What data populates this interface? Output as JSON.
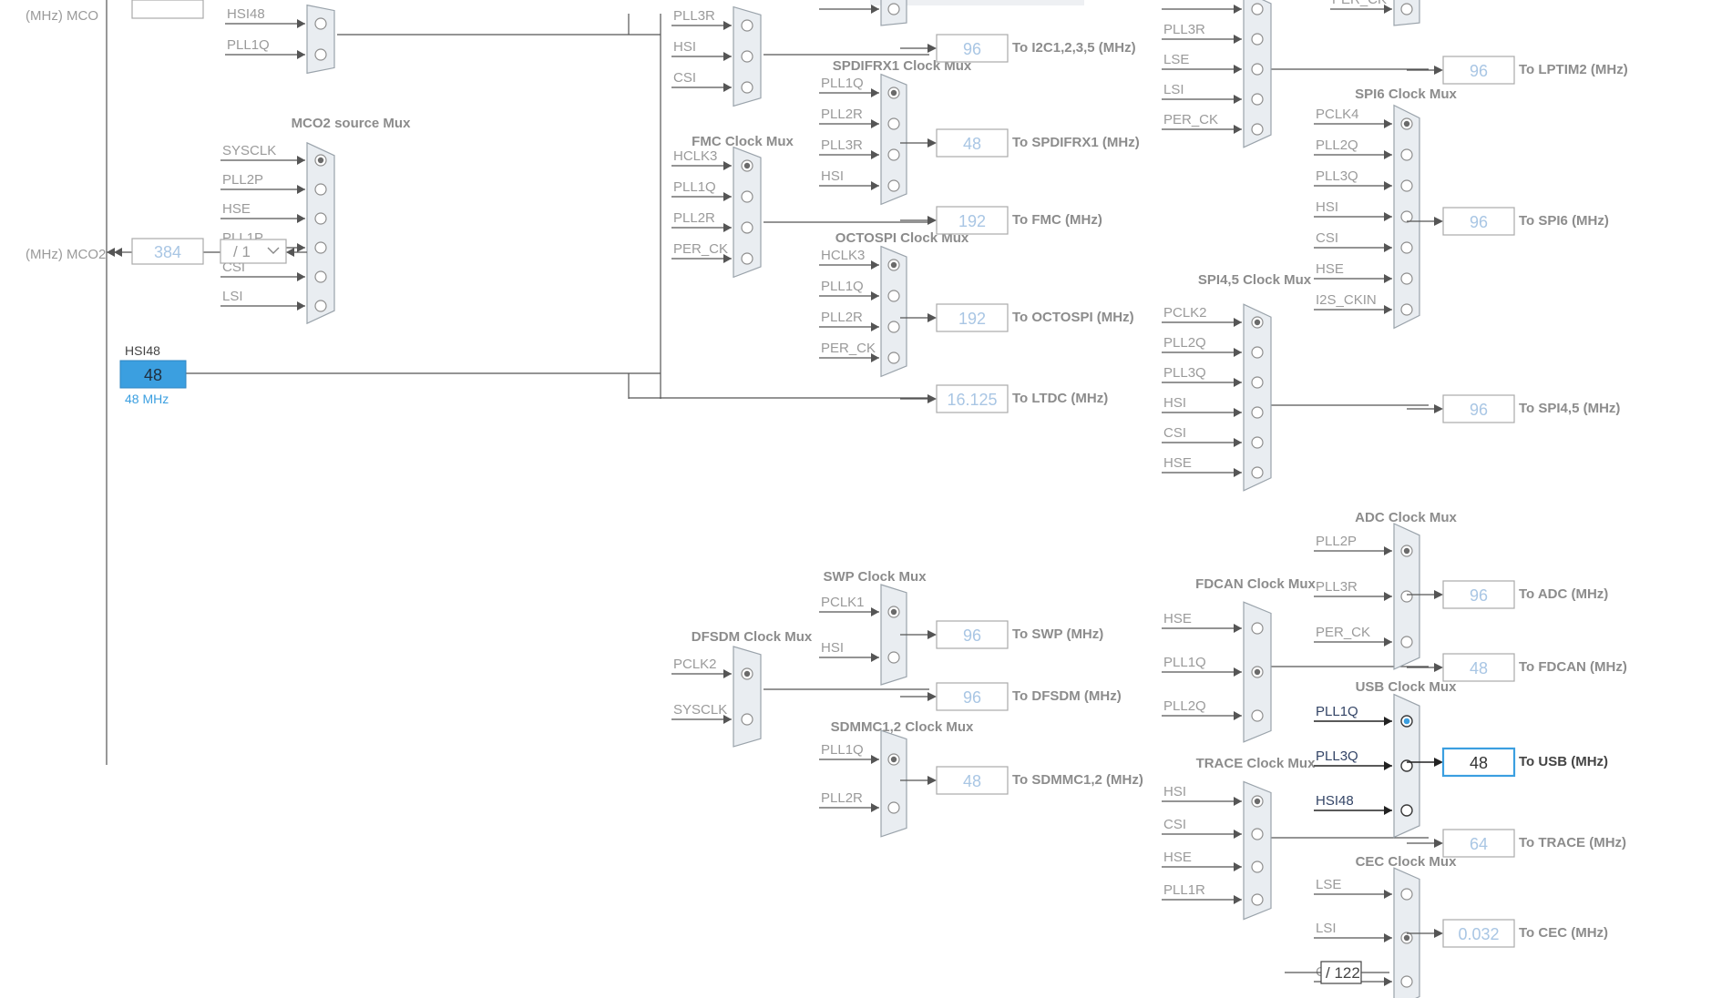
{
  "left_labels": {
    "mco1": "(MHz) MCO",
    "mco2": "(MHz) MCO2"
  },
  "mco2_output": {
    "value": "384",
    "divider": "/ 1"
  },
  "hsi48_block": {
    "label": "HSI48",
    "value": "48",
    "unit": "48 MHz"
  },
  "colors": {
    "accent": "#3b9fe0",
    "hsi48_fill": "#3b9fe0",
    "wire": "#555555",
    "mux_fill": "#e9edf1"
  },
  "muxes": [
    {
      "id": "mco1",
      "title": "",
      "inputs": [
        "HSI48",
        "PLL1Q"
      ],
      "selected": -1,
      "active": false
    },
    {
      "id": "mco2",
      "title": "MCO2 source Mux",
      "inputs": [
        "SYSCLK",
        "PLL2P",
        "HSE",
        "PLL1P",
        "CSI",
        "LSI"
      ],
      "selected": 0,
      "active": false
    },
    {
      "id": "i2c",
      "title": "",
      "inputs": [
        "PLL3R",
        "HSI",
        "CSI"
      ],
      "selected": -1,
      "active": false
    },
    {
      "id": "top",
      "title": "",
      "inputs": [
        ""
      ],
      "selected": -1,
      "active": false
    },
    {
      "id": "spdifrx1",
      "title": "SPDIFRX1 Clock Mux",
      "inputs": [
        "PLL1Q",
        "PLL2R",
        "PLL3R",
        "HSI"
      ],
      "selected": 0,
      "active": false
    },
    {
      "id": "fmc",
      "title": "FMC Clock Mux",
      "inputs": [
        "HCLK3",
        "PLL1Q",
        "PLL2R",
        "PER_CK"
      ],
      "selected": 0,
      "active": false
    },
    {
      "id": "octospi",
      "title": "OCTOSPI Clock Mux",
      "inputs": [
        "HCLK3",
        "PLL1Q",
        "PLL2R",
        "PER_CK"
      ],
      "selected": 0,
      "active": false
    },
    {
      "id": "lptim2",
      "title": "",
      "inputs": [
        "",
        "PLL3R",
        "LSE",
        "LSI",
        "PER_CK"
      ],
      "selected": -1,
      "active": false
    },
    {
      "id": "topright",
      "title": "",
      "inputs": [
        "PER_CK"
      ],
      "selected": -1,
      "active": false
    },
    {
      "id": "spi6",
      "title": "SPI6 Clock Mux",
      "inputs": [
        "PCLK4",
        "PLL2Q",
        "PLL3Q",
        "HSI",
        "CSI",
        "HSE",
        "I2S_CKIN"
      ],
      "selected": 0,
      "active": false
    },
    {
      "id": "spi45",
      "title": "SPI4,5 Clock Mux",
      "inputs": [
        "PCLK2",
        "PLL2Q",
        "PLL3Q",
        "HSI",
        "CSI",
        "HSE"
      ],
      "selected": 0,
      "active": false
    },
    {
      "id": "adc",
      "title": "ADC Clock Mux",
      "inputs": [
        "PLL2P",
        "PLL3R",
        "PER_CK"
      ],
      "selected": 0,
      "active": false
    },
    {
      "id": "fdcan",
      "title": "FDCAN Clock Mux",
      "inputs": [
        "HSE",
        "PLL1Q",
        "PLL2Q"
      ],
      "selected": 1,
      "active": false
    },
    {
      "id": "usb",
      "title": "USB Clock Mux",
      "inputs": [
        "PLL1Q",
        "PLL3Q",
        "HSI48"
      ],
      "selected": 0,
      "active": true
    },
    {
      "id": "trace",
      "title": "TRACE Clock Mux",
      "inputs": [
        "HSI",
        "CSI",
        "HSE",
        "PLL1R"
      ],
      "selected": 0,
      "active": false
    },
    {
      "id": "cec",
      "title": "CEC Clock Mux",
      "inputs": [
        "LSE",
        "LSI",
        "CSI"
      ],
      "selected": 1,
      "active": false
    },
    {
      "id": "swp",
      "title": "SWP Clock Mux",
      "inputs": [
        "PCLK1",
        "HSI"
      ],
      "selected": 0,
      "active": false
    },
    {
      "id": "dfsdm",
      "title": "DFSDM Clock Mux",
      "inputs": [
        "PCLK2",
        "SYSCLK"
      ],
      "selected": 0,
      "active": false
    },
    {
      "id": "sdmmc",
      "title": "SDMMC1,2 Clock Mux",
      "inputs": [
        "PLL1Q",
        "PLL2R"
      ],
      "selected": 0,
      "active": false
    }
  ],
  "cec_divider": "/ 122",
  "outputs": [
    {
      "id": "i2c",
      "value": "96",
      "label": "To I2C1,2,3,5 (MHz)",
      "active": false
    },
    {
      "id": "spdifrx1",
      "value": "48",
      "label": "To SPDIFRX1 (MHz)",
      "active": false
    },
    {
      "id": "fmc",
      "value": "192",
      "label": "To FMC (MHz)",
      "active": false
    },
    {
      "id": "octospi",
      "value": "192",
      "label": "To OCTOSPI (MHz)",
      "active": false
    },
    {
      "id": "ltdc",
      "value": "16.125",
      "label": "To LTDC (MHz)",
      "active": false
    },
    {
      "id": "lptim2",
      "value": "96",
      "label": "To LPTIM2 (MHz)",
      "active": false
    },
    {
      "id": "spi6",
      "value": "96",
      "label": "To SPI6 (MHz)",
      "active": false
    },
    {
      "id": "spi45",
      "value": "96",
      "label": "To SPI4,5 (MHz)",
      "active": false
    },
    {
      "id": "adc",
      "value": "96",
      "label": "To ADC (MHz)",
      "active": false
    },
    {
      "id": "fdcan",
      "value": "48",
      "label": "To FDCAN (MHz)",
      "active": false
    },
    {
      "id": "usb",
      "value": "48",
      "label": "To USB (MHz)",
      "active": true
    },
    {
      "id": "trace",
      "value": "64",
      "label": "To TRACE (MHz)",
      "active": false
    },
    {
      "id": "cec",
      "value": "0.032",
      "label": "To CEC (MHz)",
      "active": false
    },
    {
      "id": "swp",
      "value": "96",
      "label": "To SWP (MHz)",
      "active": false
    },
    {
      "id": "dfsdm",
      "value": "96",
      "label": "To DFSDM (MHz)",
      "active": false
    },
    {
      "id": "sdmmc",
      "value": "48",
      "label": "To SDMMC1,2 (MHz)",
      "active": false
    }
  ]
}
